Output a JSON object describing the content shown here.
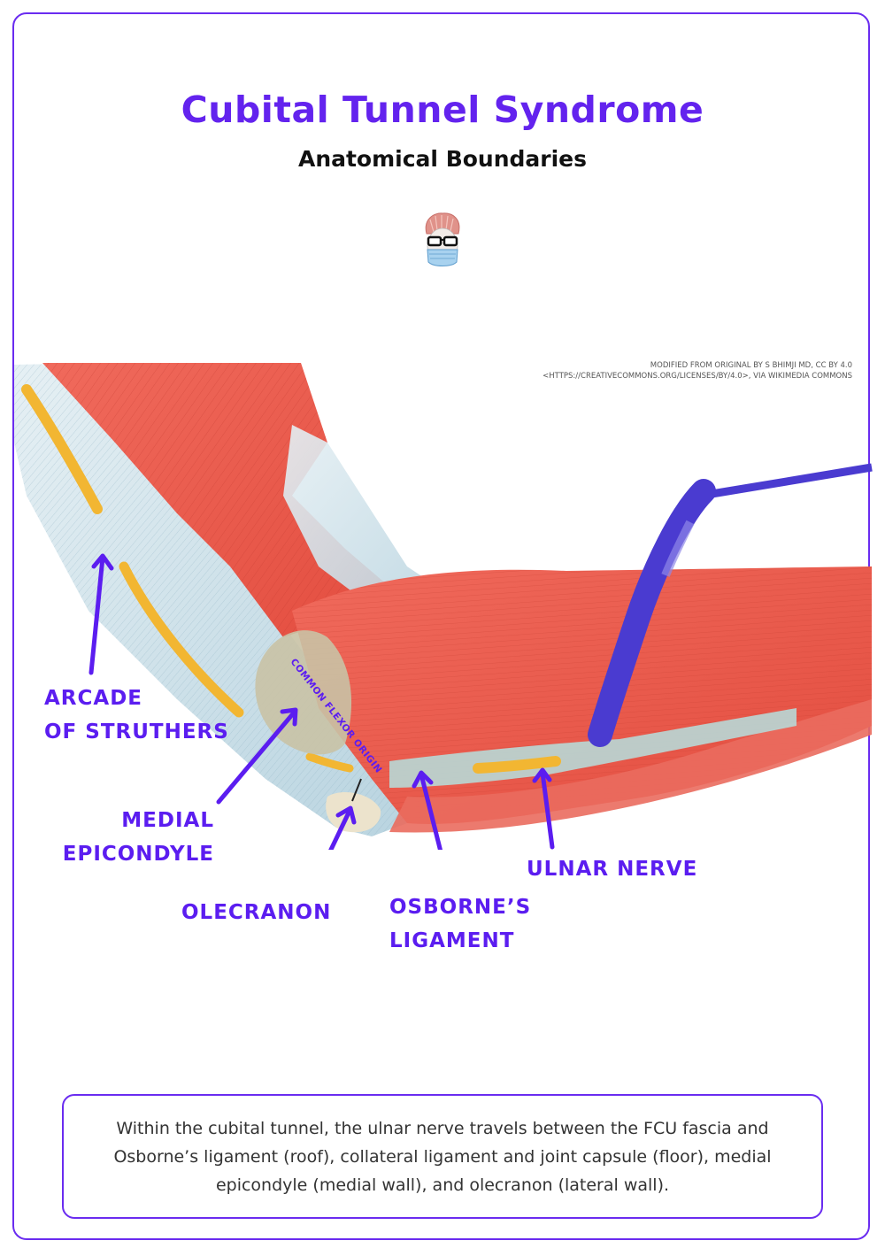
{
  "header": {
    "title": "Cubital Tunnel Syndrome",
    "subtitle": "Anatomical Boundaries",
    "logo_icon": "doctor-with-glasses-and-mask-icon"
  },
  "credit": {
    "line1": "MODIFIED FROM ORIGINAL BY S BHIMJI MD, CC BY 4.0",
    "line2": "<HTTPS://CREATIVECOMMONS.ORG/LICENSES/BY/4.0>, VIA WIKIMEDIA COMMONS"
  },
  "illustration": {
    "description": "Medial view of the elbow showing muscles, tendons and the ulnar nerve with a retractor",
    "labels": {
      "arcade_line1": "ARCADE",
      "arcade_line2": "OF STRUTHERS",
      "medial_line1": "MEDIAL",
      "medial_line2": "EPICONDYLE",
      "olecranon": "OLECRANON",
      "osborne_line1": "OSBORNE’S",
      "osborne_line2": "LIGAMENT",
      "ulnar_nerve": "ULNAR NERVE",
      "common_flexor_origin": "COMMON FLEXOR ORIGIN"
    }
  },
  "info_box": {
    "text": "Within the cubital tunnel, the ulnar nerve travels between the FCU fascia and Osborne’s ligament (roof), collateral ligament and joint capsule (floor), medial epicondyle (medial wall), and olecranon (lateral wall)."
  },
  "colors": {
    "accent": "#6323ee",
    "label": "#5b1df0",
    "muscle": "#e8574a",
    "tendon": "#c9dce6",
    "nerve": "#f2b632",
    "retractor": "#4a3bd0"
  }
}
